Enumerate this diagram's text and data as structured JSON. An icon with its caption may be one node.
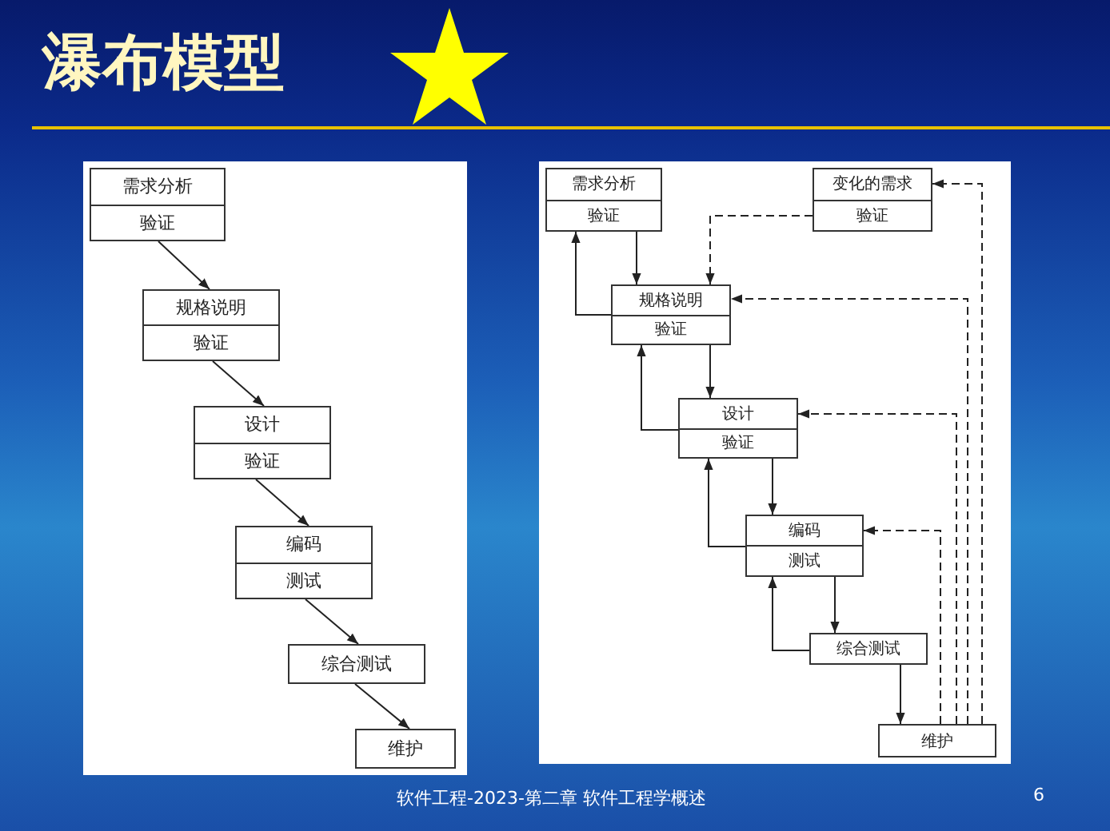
{
  "diagram": {
    "title": "瀑布模型",
    "nodes": [
      {
        "text": [
          "需求分析",
          "验证"
        ]
      },
      {
        "text": [
          "规格说明",
          "验证"
        ]
      },
      {
        "text": [
          "设计",
          "验证"
        ]
      },
      {
        "text": [
          "编码",
          "测试"
        ]
      },
      {
        "text": [
          "综合测试"
        ]
      },
      {
        "text": [
          "维护"
        ]
      },
      {
        "text": [
          "需求分析",
          "验证"
        ]
      },
      {
        "text": [
          "变化的需求",
          "验证"
        ]
      },
      {
        "text": [
          "规格说明",
          "验证"
        ]
      },
      {
        "text": [
          "设计",
          "验证"
        ]
      },
      {
        "text": [
          "编码",
          "测试"
        ]
      },
      {
        "text": [
          "综合测试"
        ]
      },
      {
        "text": [
          "维护"
        ]
      }
    ],
    "edges": [
      {
        "from": 0,
        "to": 1,
        "arrow": "to"
      },
      {
        "from": 1,
        "to": 2,
        "arrow": "to"
      },
      {
        "from": 2,
        "to": 3,
        "arrow": "to"
      },
      {
        "from": 3,
        "to": 4,
        "arrow": "to"
      },
      {
        "from": 4,
        "to": 5,
        "arrow": "to"
      },
      {
        "from": 6,
        "to": 8,
        "arrow": "to"
      },
      {
        "from": 8,
        "to": 6,
        "arrow": "to"
      },
      {
        "from": 8,
        "to": 9,
        "arrow": "to"
      },
      {
        "from": 9,
        "to": 8,
        "arrow": "to"
      },
      {
        "from": 9,
        "to": 10,
        "arrow": "to"
      },
      {
        "from": 10,
        "to": 9,
        "arrow": "to"
      },
      {
        "from": 10,
        "to": 11,
        "arrow": "to"
      },
      {
        "from": 11,
        "to": 10,
        "arrow": "to"
      },
      {
        "from": 11,
        "to": 12,
        "arrow": "to"
      },
      {
        "from": 7,
        "to": 8,
        "arrow": "to",
        "style": "dashed"
      },
      {
        "from": 12,
        "to": 7,
        "arrow": "to",
        "style": "dashed"
      },
      {
        "from": 12,
        "to": 8,
        "arrow": "to",
        "style": "dashed"
      },
      {
        "from": 12,
        "to": 9,
        "arrow": "to",
        "style": "dashed"
      },
      {
        "from": 12,
        "to": 10,
        "arrow": "to",
        "style": "dashed"
      }
    ],
    "labels": [
      "软件工程-2023-第二章 软件工程学概述",
      "6"
    ]
  }
}
